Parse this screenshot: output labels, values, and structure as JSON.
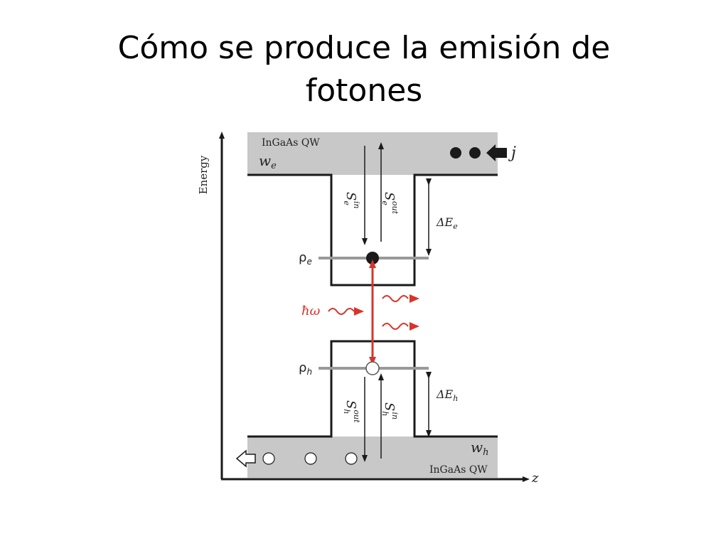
{
  "slide": {
    "title_line1": "Cómo se produce la emisión de",
    "title_line2": "fotones"
  },
  "diagram": {
    "axis_y_label": "Energy",
    "axis_x_label": "z",
    "top_layer": {
      "label": "InGaAs QW",
      "width_symbol": "w",
      "width_subscript": "e"
    },
    "bottom_layer": {
      "label": "InGaAs QW",
      "width_symbol": "w",
      "width_subscript": "h"
    },
    "current_label": "j",
    "electron_level": {
      "symbol": "ρ",
      "subscript": "e"
    },
    "hole_level": {
      "symbol": "ρ",
      "subscript": "h"
    },
    "electron_capture": {
      "symbol": "S",
      "sub": "e",
      "sup": "in"
    },
    "electron_escape": {
      "symbol": "S",
      "sub": "e",
      "sup": "out"
    },
    "hole_escape": {
      "symbol": "S",
      "sub": "h",
      "sup": "out"
    },
    "hole_capture": {
      "symbol": "S",
      "sub": "h",
      "sup": "in"
    },
    "delta_e_electron": {
      "symbol": "ΔE",
      "subscript": "e"
    },
    "delta_e_hole": {
      "symbol": "ΔE",
      "subscript": "h"
    },
    "photon_label": "ħω",
    "colors": {
      "layer_fill": "#c8c8c8",
      "line": "#1a1a1a",
      "level_line": "#999999",
      "photon": "#d9342b",
      "text": "#222222"
    }
  }
}
